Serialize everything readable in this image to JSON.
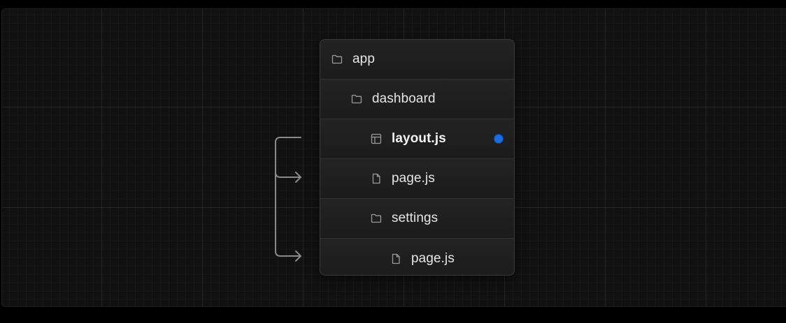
{
  "tree": {
    "rows": [
      {
        "label": "app",
        "icon": "folder-icon",
        "depth": 0
      },
      {
        "label": "dashboard",
        "icon": "folder-icon",
        "depth": 1
      },
      {
        "label": "layout.js",
        "icon": "layout-icon",
        "depth": 2,
        "bold": true,
        "active": true
      },
      {
        "label": "page.js",
        "icon": "file-icon",
        "depth": 2
      },
      {
        "label": "settings",
        "icon": "folder-icon",
        "depth": 2
      },
      {
        "label": "page.js",
        "icon": "file-icon",
        "depth": 3
      }
    ]
  },
  "colors": {
    "accent_dot": "#1a6fe0",
    "connector": "#8a8a8a",
    "icon": "#9a9a9a"
  }
}
